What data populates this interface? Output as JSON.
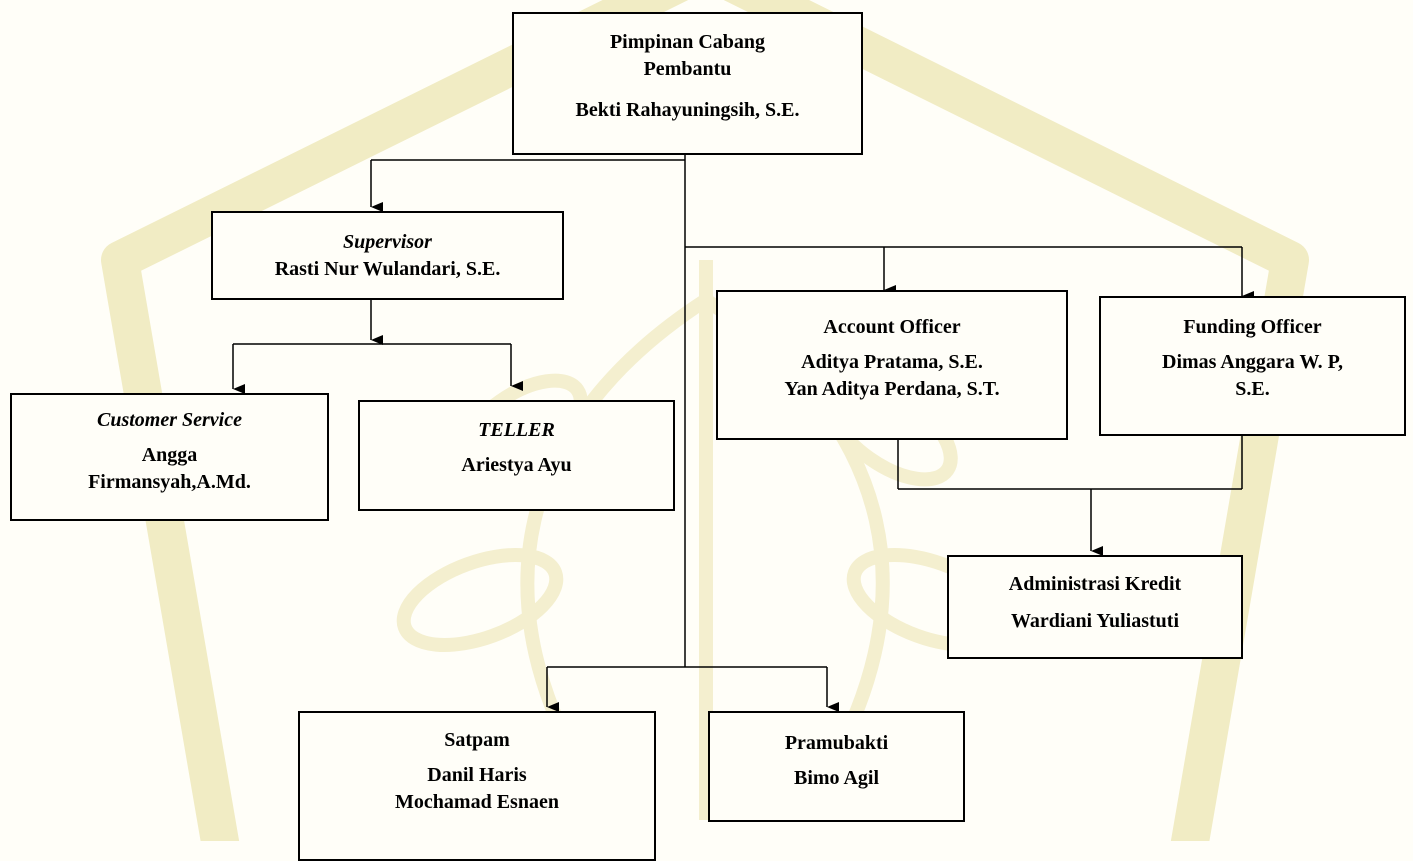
{
  "org_chart": {
    "head": {
      "title_line1": "Pimpinan Cabang",
      "title_line2": "Pembantu",
      "name": "Bekti Rahayuningsih, S.E."
    },
    "supervisor": {
      "title": "Supervisor",
      "name": "Rasti Nur Wulandari, S.E."
    },
    "customer_service": {
      "title": "Customer Service",
      "name_line1": "Angga",
      "name_line2": "Firmansyah,A.Md."
    },
    "teller": {
      "title": "TELLER",
      "name": "Ariestya Ayu"
    },
    "account_officer": {
      "title": "Account Officer",
      "name_line1": "Aditya Pratama, S.E.",
      "name_line2": "Yan Aditya Perdana, S.T."
    },
    "funding_officer": {
      "title": "Funding Officer",
      "name_line1": "Dimas Anggara W. P,",
      "name_line2": "S.E."
    },
    "admin_kredit": {
      "title": "Administrasi Kredit",
      "name": "Wardiani Yuliastuti"
    },
    "satpam": {
      "title": "Satpam",
      "name_line1": "Danil Haris",
      "name_line2": "Mochamad Esnaen"
    },
    "pramubakti": {
      "title": "Pramubakti",
      "name": "Bimo Agil"
    }
  },
  "colors": {
    "background": "#fffef8",
    "watermark": "#f1ecc4",
    "line": "#000000"
  }
}
